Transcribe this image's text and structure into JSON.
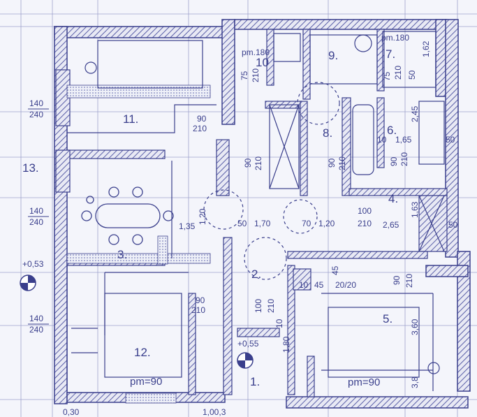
{
  "colors": {
    "ink": "#3a3f8c",
    "paper": "#f4f5fb",
    "hatch": "#5a5fa8"
  },
  "rooms": {
    "r1": "1.",
    "r2": "2.",
    "r3": "3.",
    "r4": "4.",
    "r5": "5.",
    "r6": "6.",
    "r7": "7.",
    "r8": "8.",
    "r9": "9.",
    "r10": "10",
    "r11": "11.",
    "r12": "12.",
    "r13": "13."
  },
  "dimensions": {
    "d_140_240_a_top": "140",
    "d_140_240_a_bot": "240",
    "d_140_240_b_top": "140",
    "d_140_240_b_bot": "240",
    "d_140_240_c_top": "140",
    "d_140_240_c_bot": "240",
    "d_90_210_11_top": "90",
    "d_90_210_11_bot": "210",
    "d_90_210_8": "90",
    "d_210_8": "210",
    "d_90_210_left_8": "90",
    "d_210_left_8": "210",
    "d_1_20_a": "1,20",
    "d_1_70": "1,70",
    "d_1_20_b": "1,20",
    "d_2_65": "2,65",
    "d_1_63": "1,63",
    "d_1_35": "1,35",
    "d_50_a": "50",
    "d_70_a": "70",
    "d_100_210_4_top": "100",
    "d_100_210_4_bot": "210",
    "d_10_a": "10",
    "d_1_65": "1,65",
    "d_2_45": "2,45",
    "d_50_b": "50",
    "d_90_210_6": "90",
    "d_210_6": "210",
    "d_75_210_7": "75",
    "d_210_7": "210",
    "d_50_7": "50",
    "d_75_210_10": "75",
    "d_210_10": "210",
    "d_100_210_2": "100",
    "d_210_2": "210",
    "d_10_b": "10",
    "d_45_a": "45",
    "d_20_20": "20/20",
    "d_10_c": "10",
    "d_45_b": "45",
    "d_90_210_12_top": "90",
    "d_90_210_12_bot": "210",
    "d_90_210_5": "90",
    "d_210_5": "210",
    "d_3_60": "3,60",
    "d_1_80": "1,80",
    "d_3_8": "3,8",
    "d_50_c": "50",
    "d_1_62": "1,62",
    "d_0_30": "0,30",
    "d_1_00_3": "1,00,3"
  },
  "levels": {
    "lvl_053": "+0,53",
    "lvl_055": "+0,55"
  },
  "pm": {
    "pm_12": "pm=90",
    "pm_5": "pm=90",
    "pm_7": "pm.180",
    "pm_10": "pm.180"
  }
}
